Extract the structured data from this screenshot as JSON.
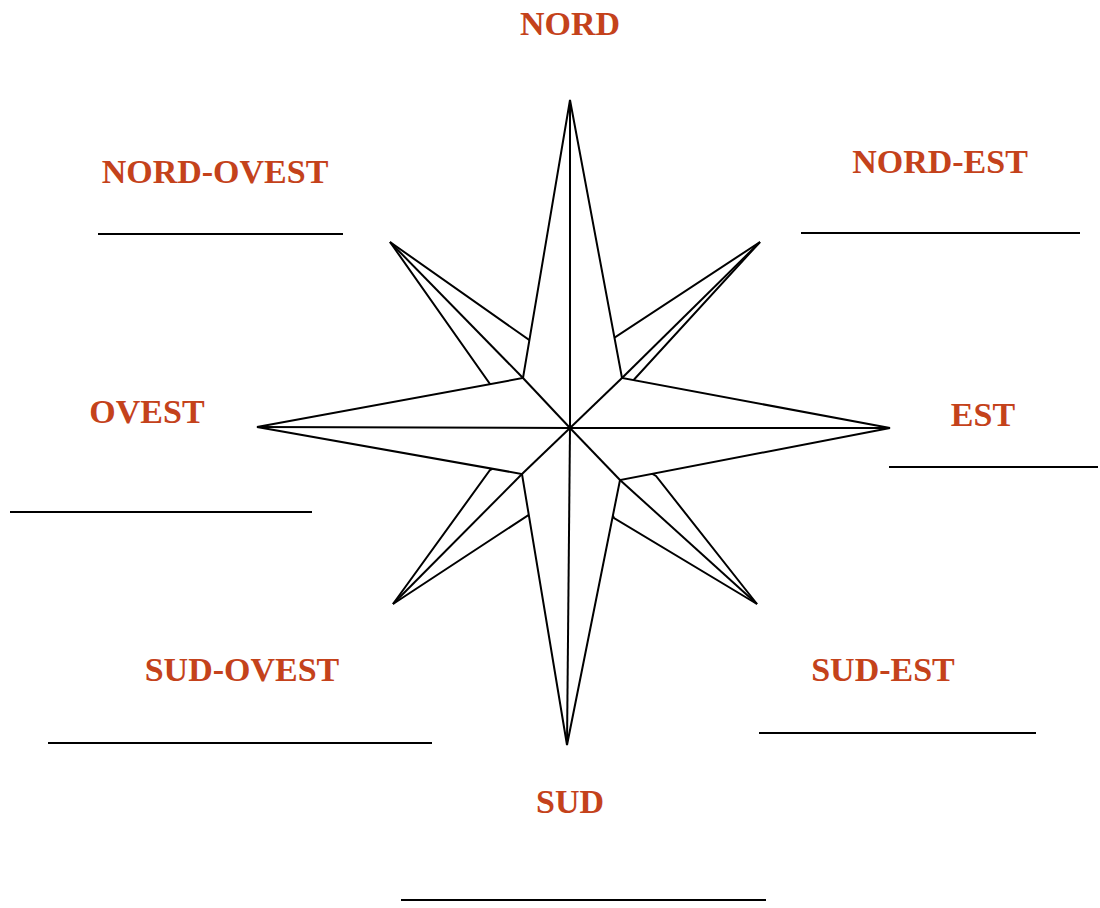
{
  "diagram": {
    "labels": [
      "NORD",
      "NORD-OVEST",
      "NORD-EST",
      "OVEST",
      "EST",
      "SUD-OVEST",
      "SUD-EST",
      "SUD"
    ]
  }
}
